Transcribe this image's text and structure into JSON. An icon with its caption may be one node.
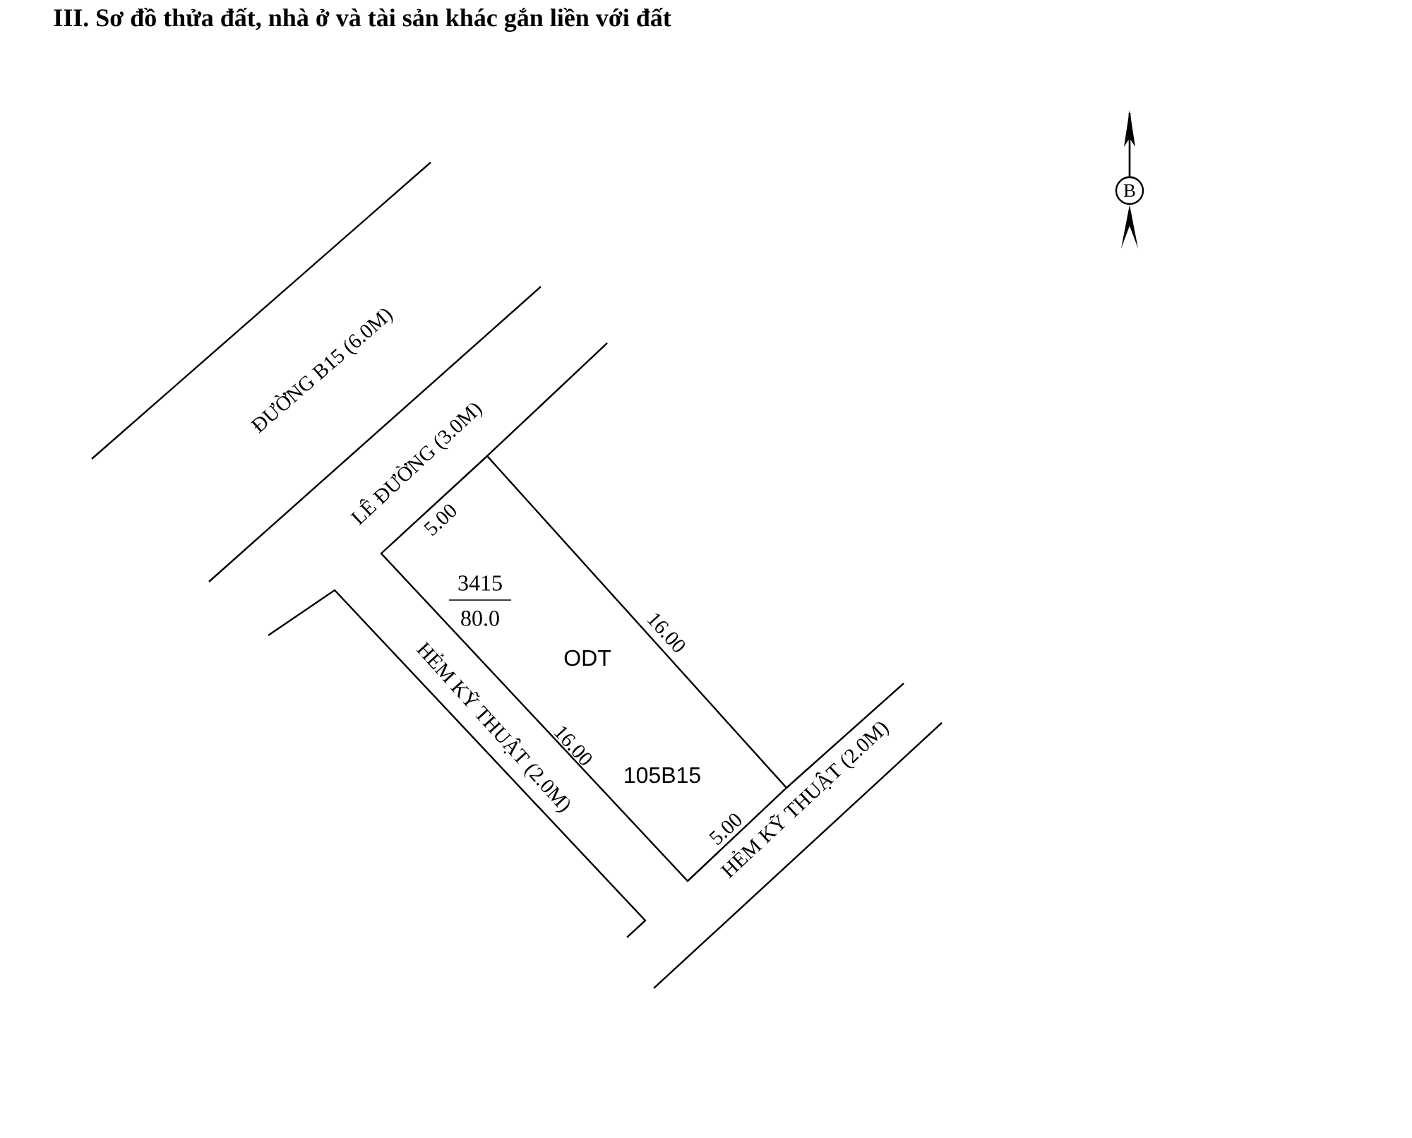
{
  "diagram": {
    "title": "III. Sơ đồ thửa đất, nhà ở và tài sản khác gắn liền với đất",
    "nodes": [
      {
        "text": [
          "3415",
          "80.0",
          "ODT",
          "105B15"
        ]
      }
    ],
    "labels": [
      "B",
      "ĐƯỜNG B15 (6.0M)",
      "LÊ ĐƯỜNG (3.0M)",
      "5.00",
      "16.00",
      "HẺM KỸ THUẬT (2.0M)",
      "16.00",
      "5.00",
      "HẺM KỸ THUẬT (2.0M)"
    ]
  }
}
